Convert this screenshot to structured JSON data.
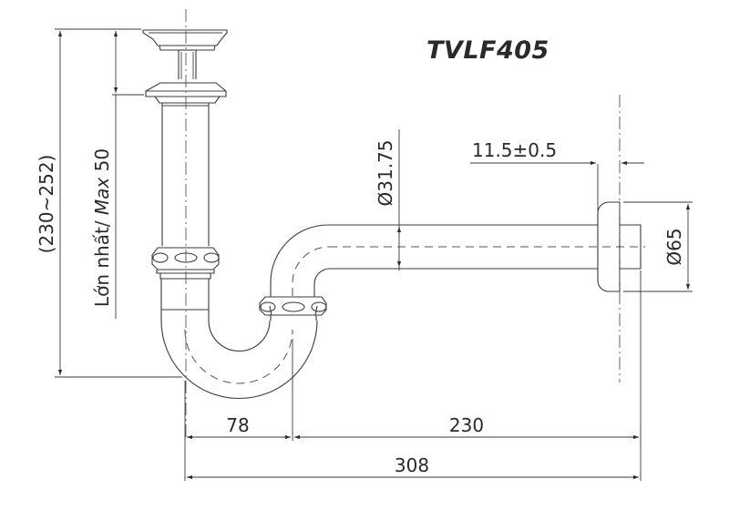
{
  "title": "TVLF405",
  "dimensions": {
    "overall_height": "(230~252)",
    "max_label_prefix": "Lớn nhất/ ",
    "max_label_italic": "Max",
    "max_label_value": " 50",
    "pipe_diameter": "Ø31.75",
    "flange_offset": "11.5±0.5",
    "flange_diameter": "Ø65",
    "trap_width": "78",
    "horizontal_run": "230",
    "total_length": "308"
  },
  "colors": {
    "line": "#3a3a3a",
    "text": "#2a2a2a",
    "background": "#ffffff"
  }
}
